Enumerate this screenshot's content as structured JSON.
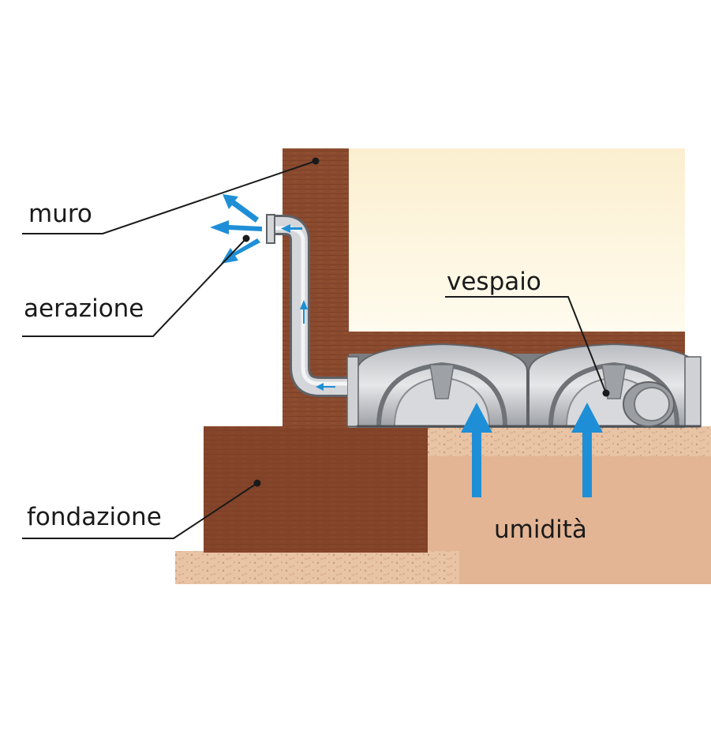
{
  "labels": {
    "wall": "muro",
    "ventilation": "aerazione",
    "foundation": "fondazione",
    "crawl_space": "vespaio",
    "humidity": "umidità"
  },
  "colors": {
    "wall": "#8a4a2e",
    "foundation": "#7d3d25",
    "floor_slab": "#8c4a2e",
    "interior": "#fdf5dc",
    "soil": "#e3b594",
    "gravel": "#e8c3a4",
    "pipe": "#c9cbce",
    "formwork": "#cfd1d4",
    "airflow_arrow": "#1e8fd6",
    "label_text": "#1a1a1a"
  }
}
